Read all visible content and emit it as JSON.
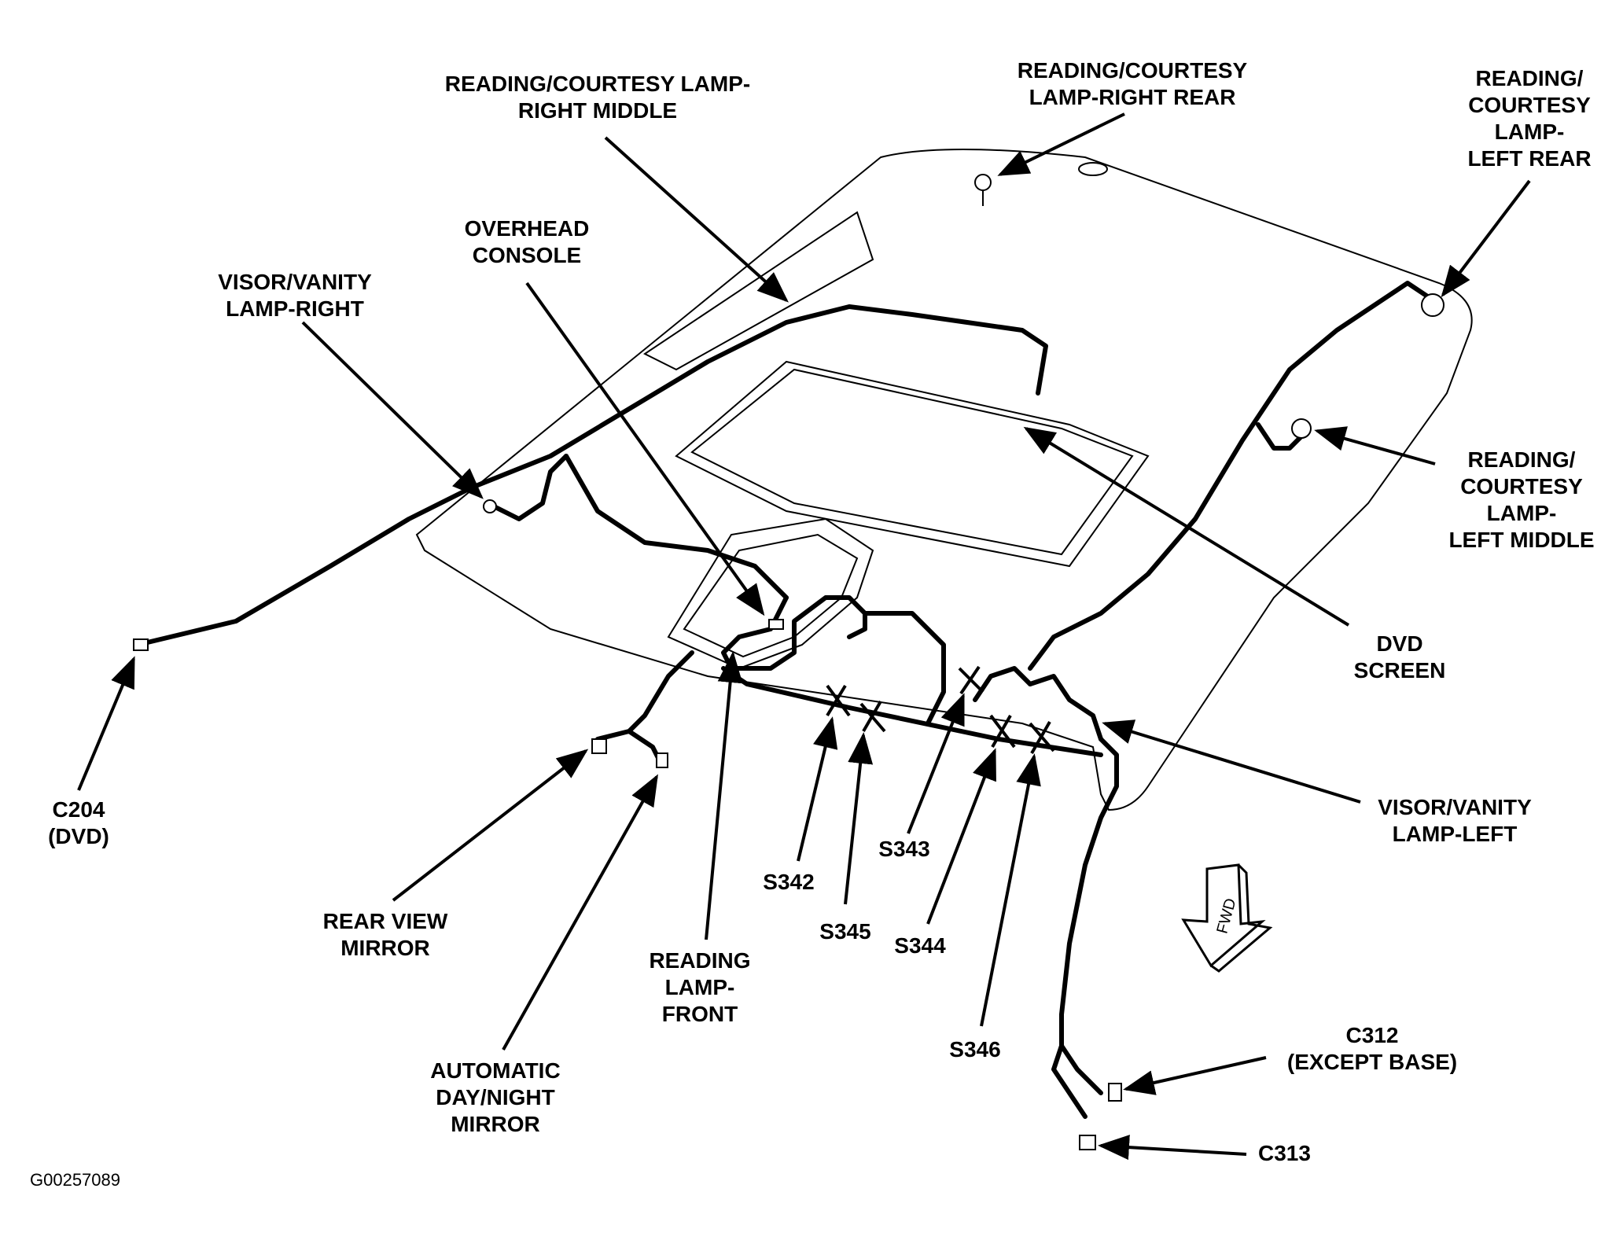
{
  "labels": {
    "reading_right_middle": "READING/COURTESY LAMP-\nRIGHT MIDDLE",
    "reading_right_rear": "READING/COURTESY\nLAMP-RIGHT REAR",
    "reading_left_rear": "READING/\nCOURTESY\nLAMP-\nLEFT REAR",
    "overhead_console": "OVERHEAD\nCONSOLE",
    "visor_right": "VISOR/VANITY\nLAMP-RIGHT",
    "reading_left_middle": "READING/\nCOURTESY\nLAMP-\nLEFT MIDDLE",
    "dvd_screen": "DVD\nSCREEN",
    "c204": "C204\n(DVD)",
    "visor_left": "VISOR/VANITY\nLAMP-LEFT",
    "s343": "S343",
    "s342": "S342",
    "s345": "S345",
    "s344": "S344",
    "rear_view_mirror": "REAR VIEW\nMIRROR",
    "reading_front": "READING\nLAMP-\nFRONT",
    "auto_mirror": "AUTOMATIC\nDAY/NIGHT\nMIRROR",
    "s346": "S346",
    "c312": "C312\n(EXCEPT BASE)",
    "c313": "C313",
    "fwd": "FWD"
  },
  "figure_id": "G00257089"
}
